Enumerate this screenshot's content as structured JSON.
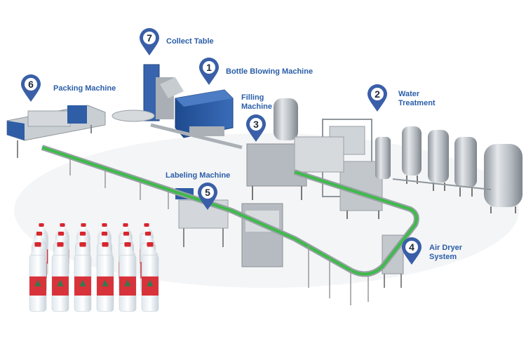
{
  "stations": [
    {
      "number": "1",
      "label": "Bottle Blowing Machine",
      "icon": "map-pin-icon"
    },
    {
      "number": "2",
      "label": "Water Treatment",
      "line1": "Water",
      "line2": "Treatment",
      "icon": "map-pin-icon"
    },
    {
      "number": "3",
      "label": "Filling Machine",
      "line1": "Filling",
      "line2": "Machine",
      "icon": "map-pin-icon"
    },
    {
      "number": "4",
      "label": "Air Dryer System",
      "line1": "Air Dryer",
      "line2": "System",
      "icon": "map-pin-icon"
    },
    {
      "number": "5",
      "label": "Labeling Machine",
      "icon": "map-pin-icon"
    },
    {
      "number": "6",
      "label": "Packing Machine",
      "icon": "map-pin-icon"
    },
    {
      "number": "7",
      "label": "Collect Table",
      "icon": "map-pin-icon"
    }
  ],
  "colors": {
    "marker": "#3a5fa8",
    "label": "#2b5ea8",
    "conveyor": "#3dbb4a",
    "machine_blue": "#2c5aa0",
    "steel": "#b9bec4",
    "bottle_cap": "#d7262e",
    "bottle_label": "#d8323a"
  }
}
